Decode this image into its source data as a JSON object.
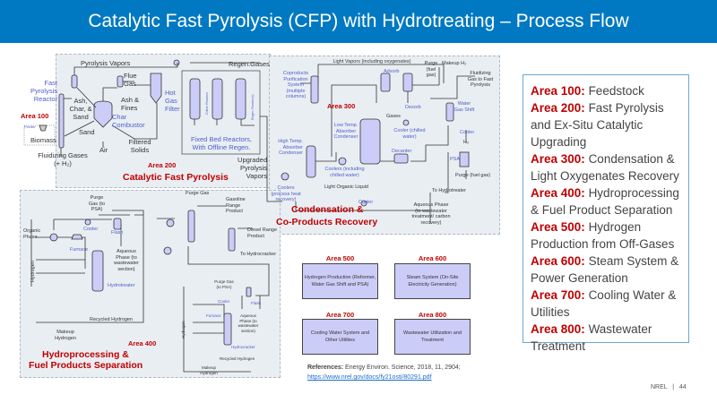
{
  "title": "Catalytic Fast Pyrolysis (CFP) with Hydrotreating – Process Flow",
  "area200": {
    "pyrolysis_vapors": "Pyrolysis Vapors",
    "fast_pyrolysis_reactor": "Fast Pyrolysis Reactor",
    "area100": "Area 100",
    "feeder": "Feeder",
    "biomass": "Biomass",
    "ash_char_sand": "Ash, Char, & Sand",
    "flue_gas": "Flue Gas",
    "ash_fines": "Ash & Fines",
    "char_combustor": "Char Combustor",
    "sand": "Sand",
    "air": "Air",
    "filtered_solids": "Filtered Solids",
    "fluidizing_gases": "Fluidizing Gases (+ H₂)",
    "hot_gas_filter": "Hot Gas Filter",
    "regen_gases": "Regen.Gases",
    "online_reactors": "Online Reactors",
    "regen_reactor": "Regen. Reactor(s)",
    "fixed_bed": "Fixed Bed Reactors, With Offline Regen.",
    "upgraded_vapors": "Upgraded Pyrolysis Vapors",
    "area_label": "Area 200",
    "area_title": "Catalytic Fast Pyrolysis"
  },
  "area300": {
    "light_vapors": "Light Vapors (including oxygenates)",
    "coproducts": "Coproducts Purification System (multiple columns)",
    "area_label": "Area 300",
    "adsorb": "Adsorb",
    "desorb": "Desorb",
    "gases": "Gases",
    "purge": "Purge (fuel gas)",
    "makeup_h2": "Makeup H₂",
    "fluidizing_gas": "Fluidizing Gas to Fast Pyrolysis",
    "water_gas_shift": "Water Gas Shift",
    "cooler1": "Cooler",
    "h2": "H₂",
    "psa": "PSA",
    "purge2": "Purge (fuel gas)",
    "low_temp": "Low Temp. Absorber Condenser",
    "cooler_chilled": "Cooler (chilled water)",
    "decanter": "Decanter",
    "high_temp": "High Temp. Absorber Condenser",
    "coolers_chilled": "Coolers (including chilled water)",
    "light_organic": "Light Organic Liquid",
    "coolers_process": "Coolers (process heat recovery)",
    "cooler2": "Cooler",
    "to_hydrotreater": "To Hydrotreater",
    "aqueous": "Aqueous Phase (to wastewater treatment/ carbon recovery)",
    "area_title_1": "Condensation &",
    "area_title_2": "Co-Products Recovery"
  },
  "area400": {
    "purge_gas_psa": "Purge Gas (to PSA)",
    "cooler": "Cooler",
    "flash": "Flash",
    "organic_phase": "Organic Phase",
    "furnace": "Furnace",
    "aqueous": "Aqueous Phase (to wastewater section)",
    "hydrogen": "Hydrogen",
    "hydrotreater": "Hydrotreater",
    "recycled_h2": "Recycled Hydrogen",
    "makeup_h2": "Makeup Hydrogen",
    "purge_gas": "Purge Gas",
    "gasoline": "Gasoline Range Product",
    "diesel": "Diesel Range Product",
    "to_hydrocracker": "To Hydrocracker",
    "purge_gas_psa2": "Purge Gas (to PSA)",
    "cooler2": "Cooler",
    "flash2": "Flash",
    "furnace2": "Furnace",
    "aqueous2": "Aqueous Phase (to wastewater section)",
    "hydrocracker": "Hydrocracker",
    "recycled_h2_2": "Recycled Hydrogen",
    "makeup_h2_2": "Makeup Hydrogen",
    "hydrogen2": "Hydrogen",
    "area_label": "Area 400",
    "area_title_1": "Hydroprocessing &",
    "area_title_2": "Fuel Products Separation"
  },
  "small_areas": [
    {
      "label": "Area 500",
      "desc": "Hydrogen Production (Reformer, Water Gas Shift and PSA)"
    },
    {
      "label": "Area 600",
      "desc": "Steam System (On-Site Electricity Generation)"
    },
    {
      "label": "Area 700",
      "desc": "Cooling Water System and Other Utilities"
    },
    {
      "label": "Area 800",
      "desc": "Wastewater Utilization and Treatment"
    }
  ],
  "legend": [
    {
      "area": "Area 100:",
      "text": "Feedstock"
    },
    {
      "area": "Area 200:",
      "text": "Fast Pyrolysis and Ex-Situ Catalytic Upgrading"
    },
    {
      "area": "Area 300:",
      "text": "Condensation & Light Oxygenates Recovery"
    },
    {
      "area": "Area 400:",
      "text": "Hydroprocessing & Fuel Product Separation"
    },
    {
      "area": "Area 500:",
      "text": "Hydrogen Production from Off-Gases"
    },
    {
      "area": "Area 600:",
      "text": "Steam System & Power Generation"
    },
    {
      "area": "Area 700:",
      "text": "Cooling Water & Utilities"
    },
    {
      "area": "Area 800:",
      "text": "Wastewater Treatment"
    }
  ],
  "references": {
    "label": "References:",
    "text": "Energy Environ. Science, 2018, 11, 2904;",
    "link": "https://www.nrel.gov/docs/fy21osti/80291.pdf"
  },
  "footer": "NREL   |   44",
  "colors": {
    "header": "#0079c2",
    "area_red": "#c00000",
    "equipment": "#ccccf8",
    "label_blue": "#5060c8"
  }
}
